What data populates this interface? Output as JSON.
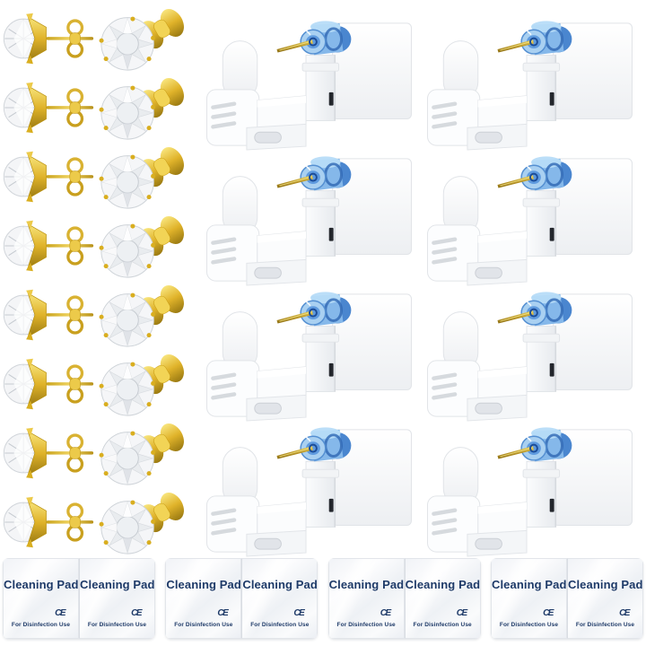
{
  "page": {
    "description": "Ear piercing kit product photo: gold crystal stud earrings, disposable ear piercing guns with blue stud holders and gold pins, and cleaning pad packets",
    "background": "#ffffff"
  },
  "earrings": {
    "rows": 8,
    "pieces_per_row": 2,
    "style": "gold crown-set round crystal studs with butterfly backs, side view and front view",
    "colors": {
      "gold": "#e0b32a",
      "gold_light": "#f6e27e",
      "gold_dark": "#9a7a12",
      "crystal": "#f4f5f7",
      "facet": "#c6cbd1"
    }
  },
  "piercing_guns": {
    "count": 8,
    "grid": {
      "columns": 2,
      "rows": 4
    },
    "colors": {
      "body_white": "#fdfdfe",
      "body_edge": "#e1e4e8",
      "holder_blue": "#5e9adf",
      "holder_blue_light": "#aed3f2",
      "holder_blue_dark": "#2e67b3",
      "pin_gold": "#b79427",
      "slot_dark": "#23262c"
    }
  },
  "cleaning_pads": {
    "pairs": 4,
    "pads_per_pair": 2,
    "label": "Cleaning Pad",
    "ce_mark": "CE",
    "sub_label": "For Disinfection Use",
    "colors": {
      "packet": "#f8f9fb",
      "edge": "#e2e5ea",
      "text": "#1e3a68"
    }
  },
  "theme": {
    "bg": "#ffffff",
    "pad-text": "#1e3a68",
    "pad-edge": "#e2e5ea"
  }
}
